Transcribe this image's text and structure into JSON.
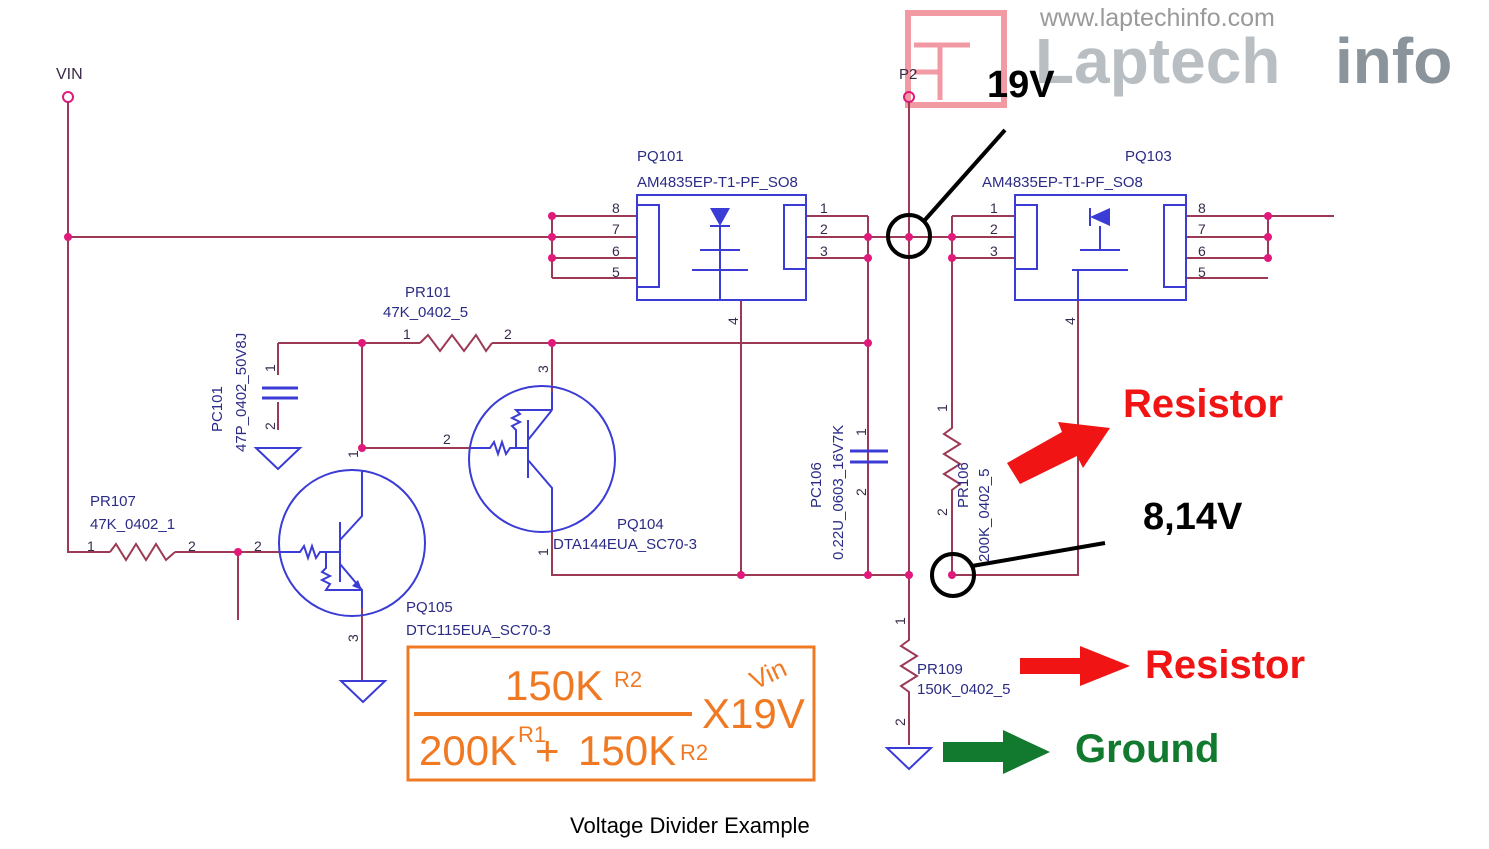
{
  "watermark": {
    "url": "www.laptechinfo.com",
    "brand_left": "Laptech",
    "brand_right": "info"
  },
  "nets": {
    "vin": "VIN",
    "p2": "P2"
  },
  "components": {
    "pq101": {
      "ref": "PQ101",
      "part": "AM4835EP-T1-PF_SO8"
    },
    "pq103": {
      "ref": "PQ103",
      "part": "AM4835EP-T1-PF_SO8"
    },
    "pr101": {
      "ref": "PR101",
      "value": "47K_0402_5"
    },
    "pc101": {
      "ref": "PC101",
      "value": "47P_0402_50V8J"
    },
    "pr107": {
      "ref": "PR107",
      "value": "47K_0402_1"
    },
    "pq104": {
      "ref": "PQ104",
      "part": "DTA144EUA_SC70-3"
    },
    "pq105": {
      "ref": "PQ105",
      "part": "DTC115EUA_SC70-3"
    },
    "pc106": {
      "ref": "PC106",
      "value": "0.22U_0603_16V7K"
    },
    "pr106": {
      "ref": "PR106",
      "value": "200K_0402_5"
    },
    "pr109": {
      "ref": "PR109",
      "value": "150K_0402_5"
    }
  },
  "pins": {
    "p1": "1",
    "p2": "2",
    "p3": "3",
    "p4": "4",
    "p5": "5",
    "p6": "6",
    "p7": "7",
    "p8": "8"
  },
  "annotations": {
    "v_top": "19V",
    "v_mid": "8,14V",
    "resistor_1": "Resistor",
    "resistor_2": "Resistor",
    "ground": "Ground"
  },
  "formula": {
    "numerator": "150K",
    "r2_tag": "R2",
    "denominator_r1": "200K",
    "r1_tag": "R1",
    "plus": "+",
    "denominator_r2": "150K",
    "r2_tag_den": "R2",
    "vin_tag": "Vin",
    "multiplier": "X19V"
  },
  "caption": "Voltage Divider Example",
  "colors": {
    "wire": "#9c3a55",
    "component": "#3b3bd6",
    "annotation_red": "#f01414",
    "annotation_green": "#117a2e",
    "formula_orange": "#f07a24"
  }
}
